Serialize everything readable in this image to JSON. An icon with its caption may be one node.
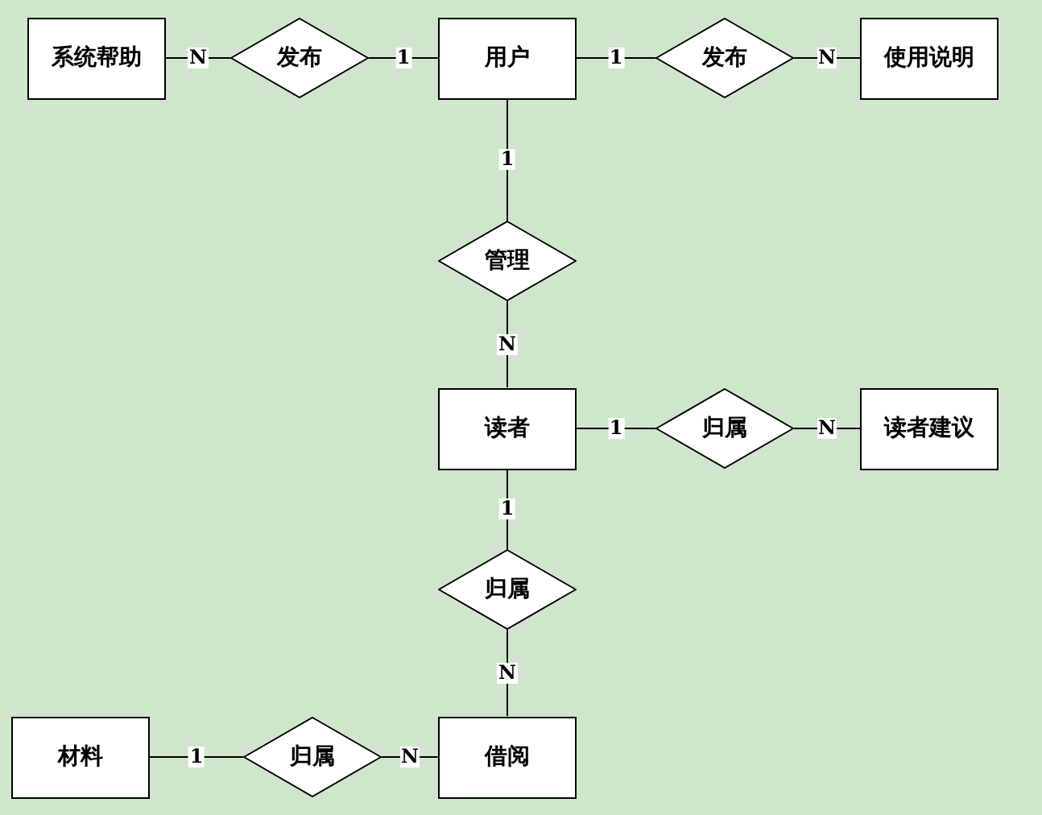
{
  "diagram": {
    "nodes": [
      {
        "text": [
          "系统帮助"
        ]
      },
      {
        "text": [
          "发布"
        ]
      },
      {
        "text": [
          "用户"
        ]
      },
      {
        "text": [
          "发布"
        ]
      },
      {
        "text": [
          "使用说明"
        ]
      },
      {
        "text": [
          "管理"
        ]
      },
      {
        "text": [
          "读者"
        ]
      },
      {
        "text": [
          "归属"
        ]
      },
      {
        "text": [
          "读者建议"
        ]
      },
      {
        "text": [
          "归属"
        ]
      },
      {
        "text": [
          "材料"
        ]
      },
      {
        "text": [
          "归属"
        ]
      },
      {
        "text": [
          "借阅"
        ]
      }
    ],
    "edges": [
      {
        "from": 0,
        "to": 1,
        "arrow": "none",
        "label": "N"
      },
      {
        "from": 1,
        "to": 2,
        "arrow": "none",
        "label": "1"
      },
      {
        "from": 2,
        "to": 3,
        "arrow": "none",
        "label": "1"
      },
      {
        "from": 3,
        "to": 4,
        "arrow": "none",
        "label": "N"
      },
      {
        "from": 2,
        "to": 5,
        "arrow": "none",
        "label": "1"
      },
      {
        "from": 5,
        "to": 6,
        "arrow": "none",
        "label": "N"
      },
      {
        "from": 6,
        "to": 7,
        "arrow": "none",
        "label": "1"
      },
      {
        "from": 7,
        "to": 8,
        "arrow": "none",
        "label": "N"
      },
      {
        "from": 6,
        "to": 9,
        "arrow": "none",
        "label": "1"
      },
      {
        "from": 9,
        "to": 12,
        "arrow": "none",
        "label": "N"
      },
      {
        "from": 10,
        "to": 11,
        "arrow": "none",
        "label": "1"
      },
      {
        "from": 11,
        "to": 12,
        "arrow": "none",
        "label": "N"
      }
    ]
  }
}
